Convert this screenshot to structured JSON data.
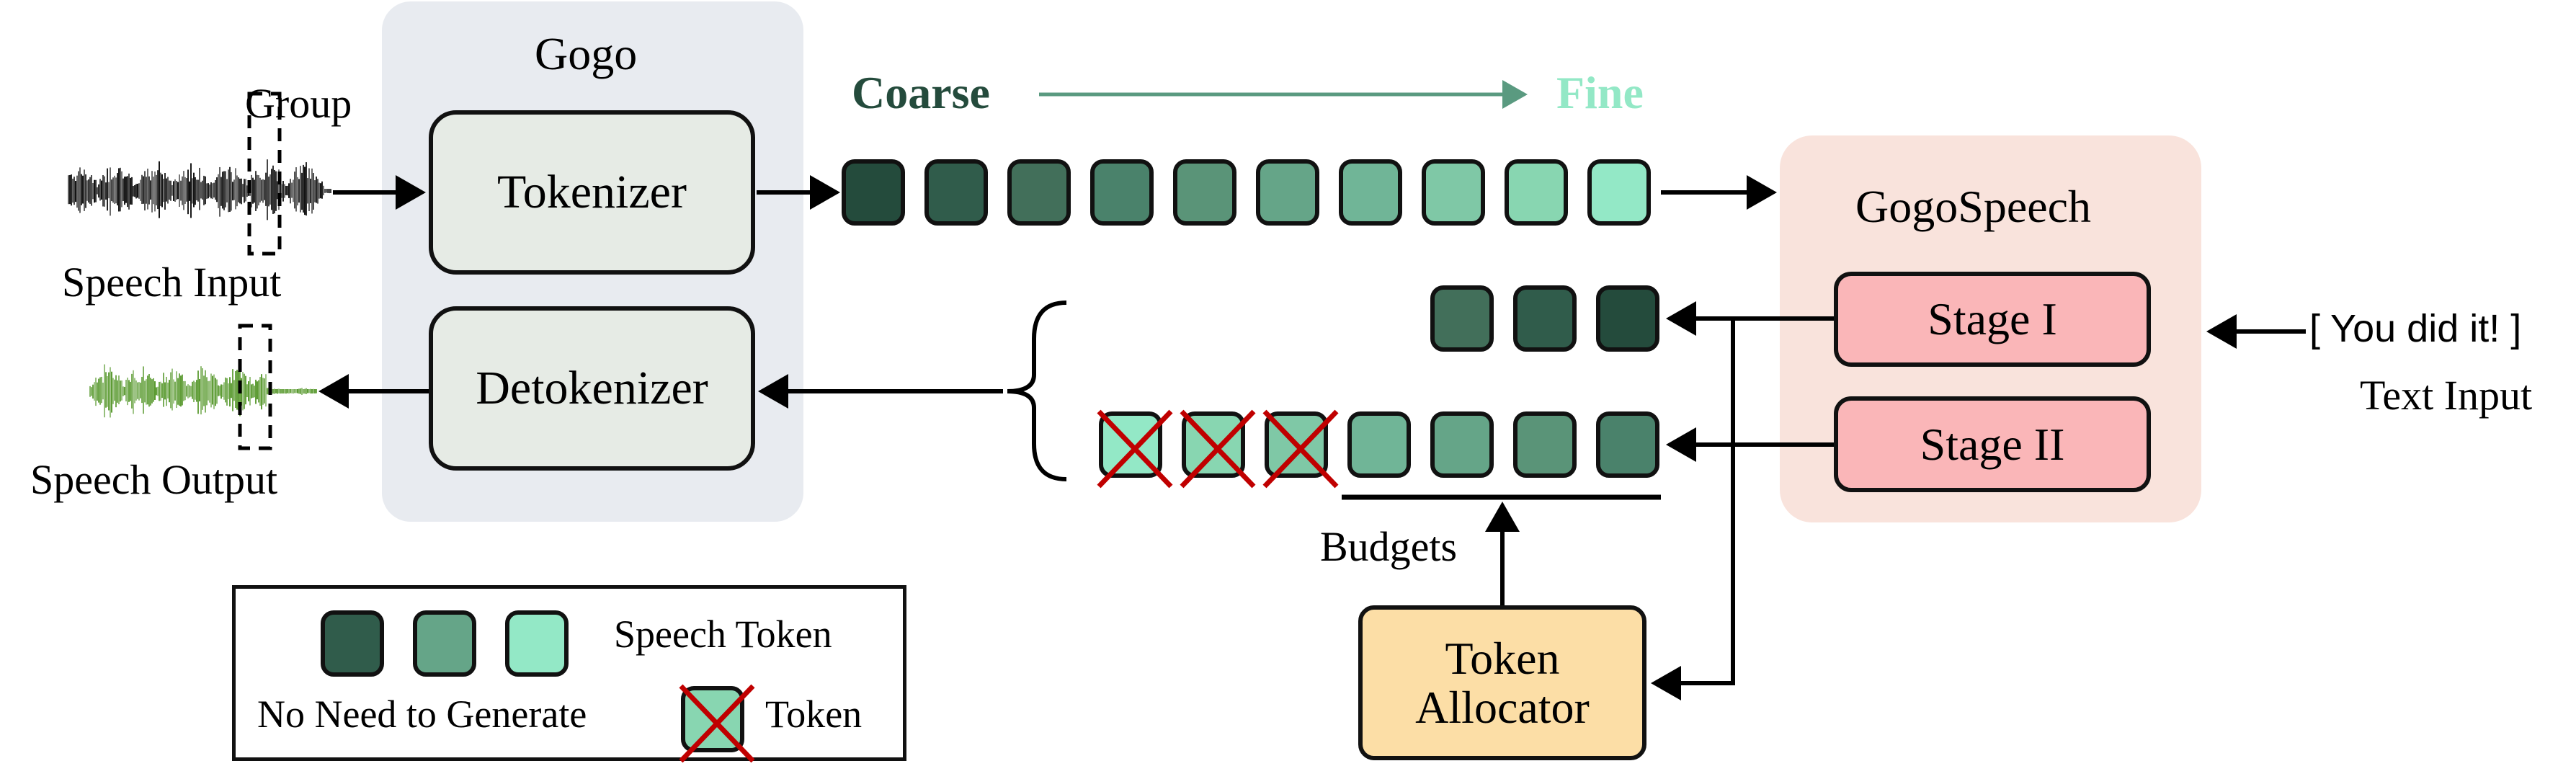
{
  "labels": {
    "group": "Group",
    "speech_input": "Speech Input",
    "speech_output": "Speech Output",
    "gogo_title": "Gogo",
    "tokenizer": "Tokenizer",
    "detokenizer": "Detokenizer",
    "coarse": "Coarse",
    "fine": "Fine",
    "gogospeech_title": "GogoSpeech",
    "stage1": "Stage I",
    "stage2": "Stage II",
    "text_input_value": "[ You did it! ]",
    "text_input_label": "Text Input",
    "budgets": "Budgets",
    "token_allocator_line1": "Token",
    "token_allocator_line2": "Allocator"
  },
  "colors": {
    "coarse_text": "#244b3c",
    "fine_text": "#93e8c6",
    "coarse_fine_arrow": "#5a9a80",
    "cross": "#c00000",
    "input_wave": "#111111",
    "output_wave": "#5a9a30"
  },
  "token_sequence": {
    "colors": [
      "#244b3c",
      "#305c4b",
      "#426f5a",
      "#4a826b",
      "#5a9478",
      "#65a588",
      "#70b597",
      "#7fc8a6",
      "#88d6b1",
      "#93e8c6"
    ]
  },
  "stage1_tokens": {
    "colors": [
      "#426f5a",
      "#305c4b",
      "#244b3c"
    ]
  },
  "stage2_tokens": {
    "colors": [
      "#93e8c6",
      "#88d6b1",
      "#7fc8a6",
      "#70b597",
      "#65a588",
      "#5a9478",
      "#4a826b"
    ],
    "crossed": [
      true,
      true,
      true,
      false,
      false,
      false,
      false
    ]
  },
  "legend": {
    "speech_token_label": "Speech Token",
    "speech_token_colors": [
      "#305c4b",
      "#65a588",
      "#93e8c6"
    ],
    "no_need_label": "No Need to Generate",
    "token_label": "Token",
    "crossed_token_color": "#88d6b1"
  }
}
